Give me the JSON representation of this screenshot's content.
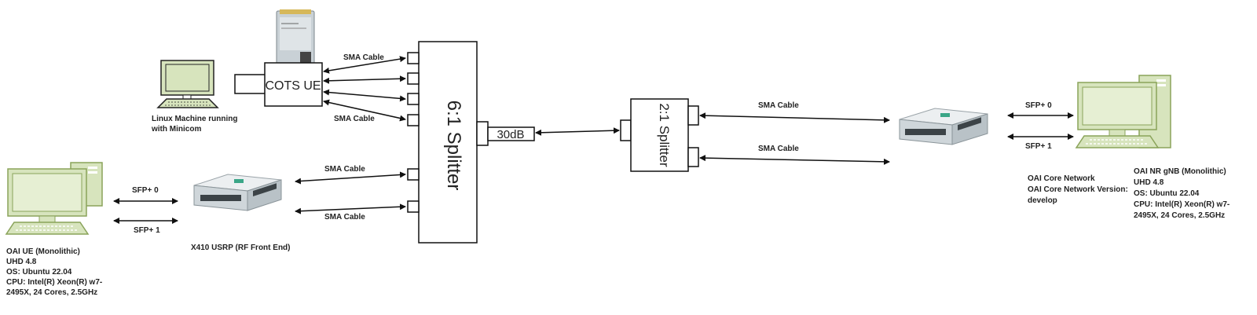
{
  "cables": {
    "sma_ue_top": "SMA Cable",
    "sma_ue_bottom": "SMA Cable",
    "sma_usrp_top": "SMA Cable",
    "sma_usrp_bottom": "SMA Cable",
    "sma_gnb_top": "SMA Cable",
    "sma_gnb_bottom": "SMA Cable",
    "sfp0_left": "SFP+ 0",
    "sfp1_left": "SFP+ 1",
    "sfp0_right": "SFP+ 0",
    "sfp1_right": "SFP+ 1"
  },
  "devices": {
    "cots_ue": "COTS UE",
    "splitter_6_1": "6:1 Splitter",
    "splitter_2_1": "2:1 Splitter",
    "attenuator": "30dB",
    "linux_machine": [
      "Linux Machine running",
      "with Minicom"
    ],
    "x410_usrp": "X410 USRP (RF Front End)"
  },
  "oai_ue": [
    "OAI UE (Monolithic)",
    "UHD 4.8",
    "OS: Ubuntu 22.04",
    "CPU: Intel(R) Xeon(R) w7-",
    "2495X, 24 Cores, 2.5GHz"
  ],
  "oai_core": [
    "OAI Core Network",
    "OAI Core Network Version:",
    "develop"
  ],
  "oai_gnb": [
    "OAI NR gNB (Monolithic)",
    "UHD 4.8",
    "OS: Ubuntu 22.04",
    "CPU: Intel(R) Xeon(R) w7-",
    "2495X, 24 Cores, 2.5GHz"
  ],
  "colors": {
    "pc_fill": "#d7e4bd",
    "pc_stroke": "#8aa35a",
    "usrp_accent": "#3aa687",
    "module_green": "#6f8f6a"
  }
}
